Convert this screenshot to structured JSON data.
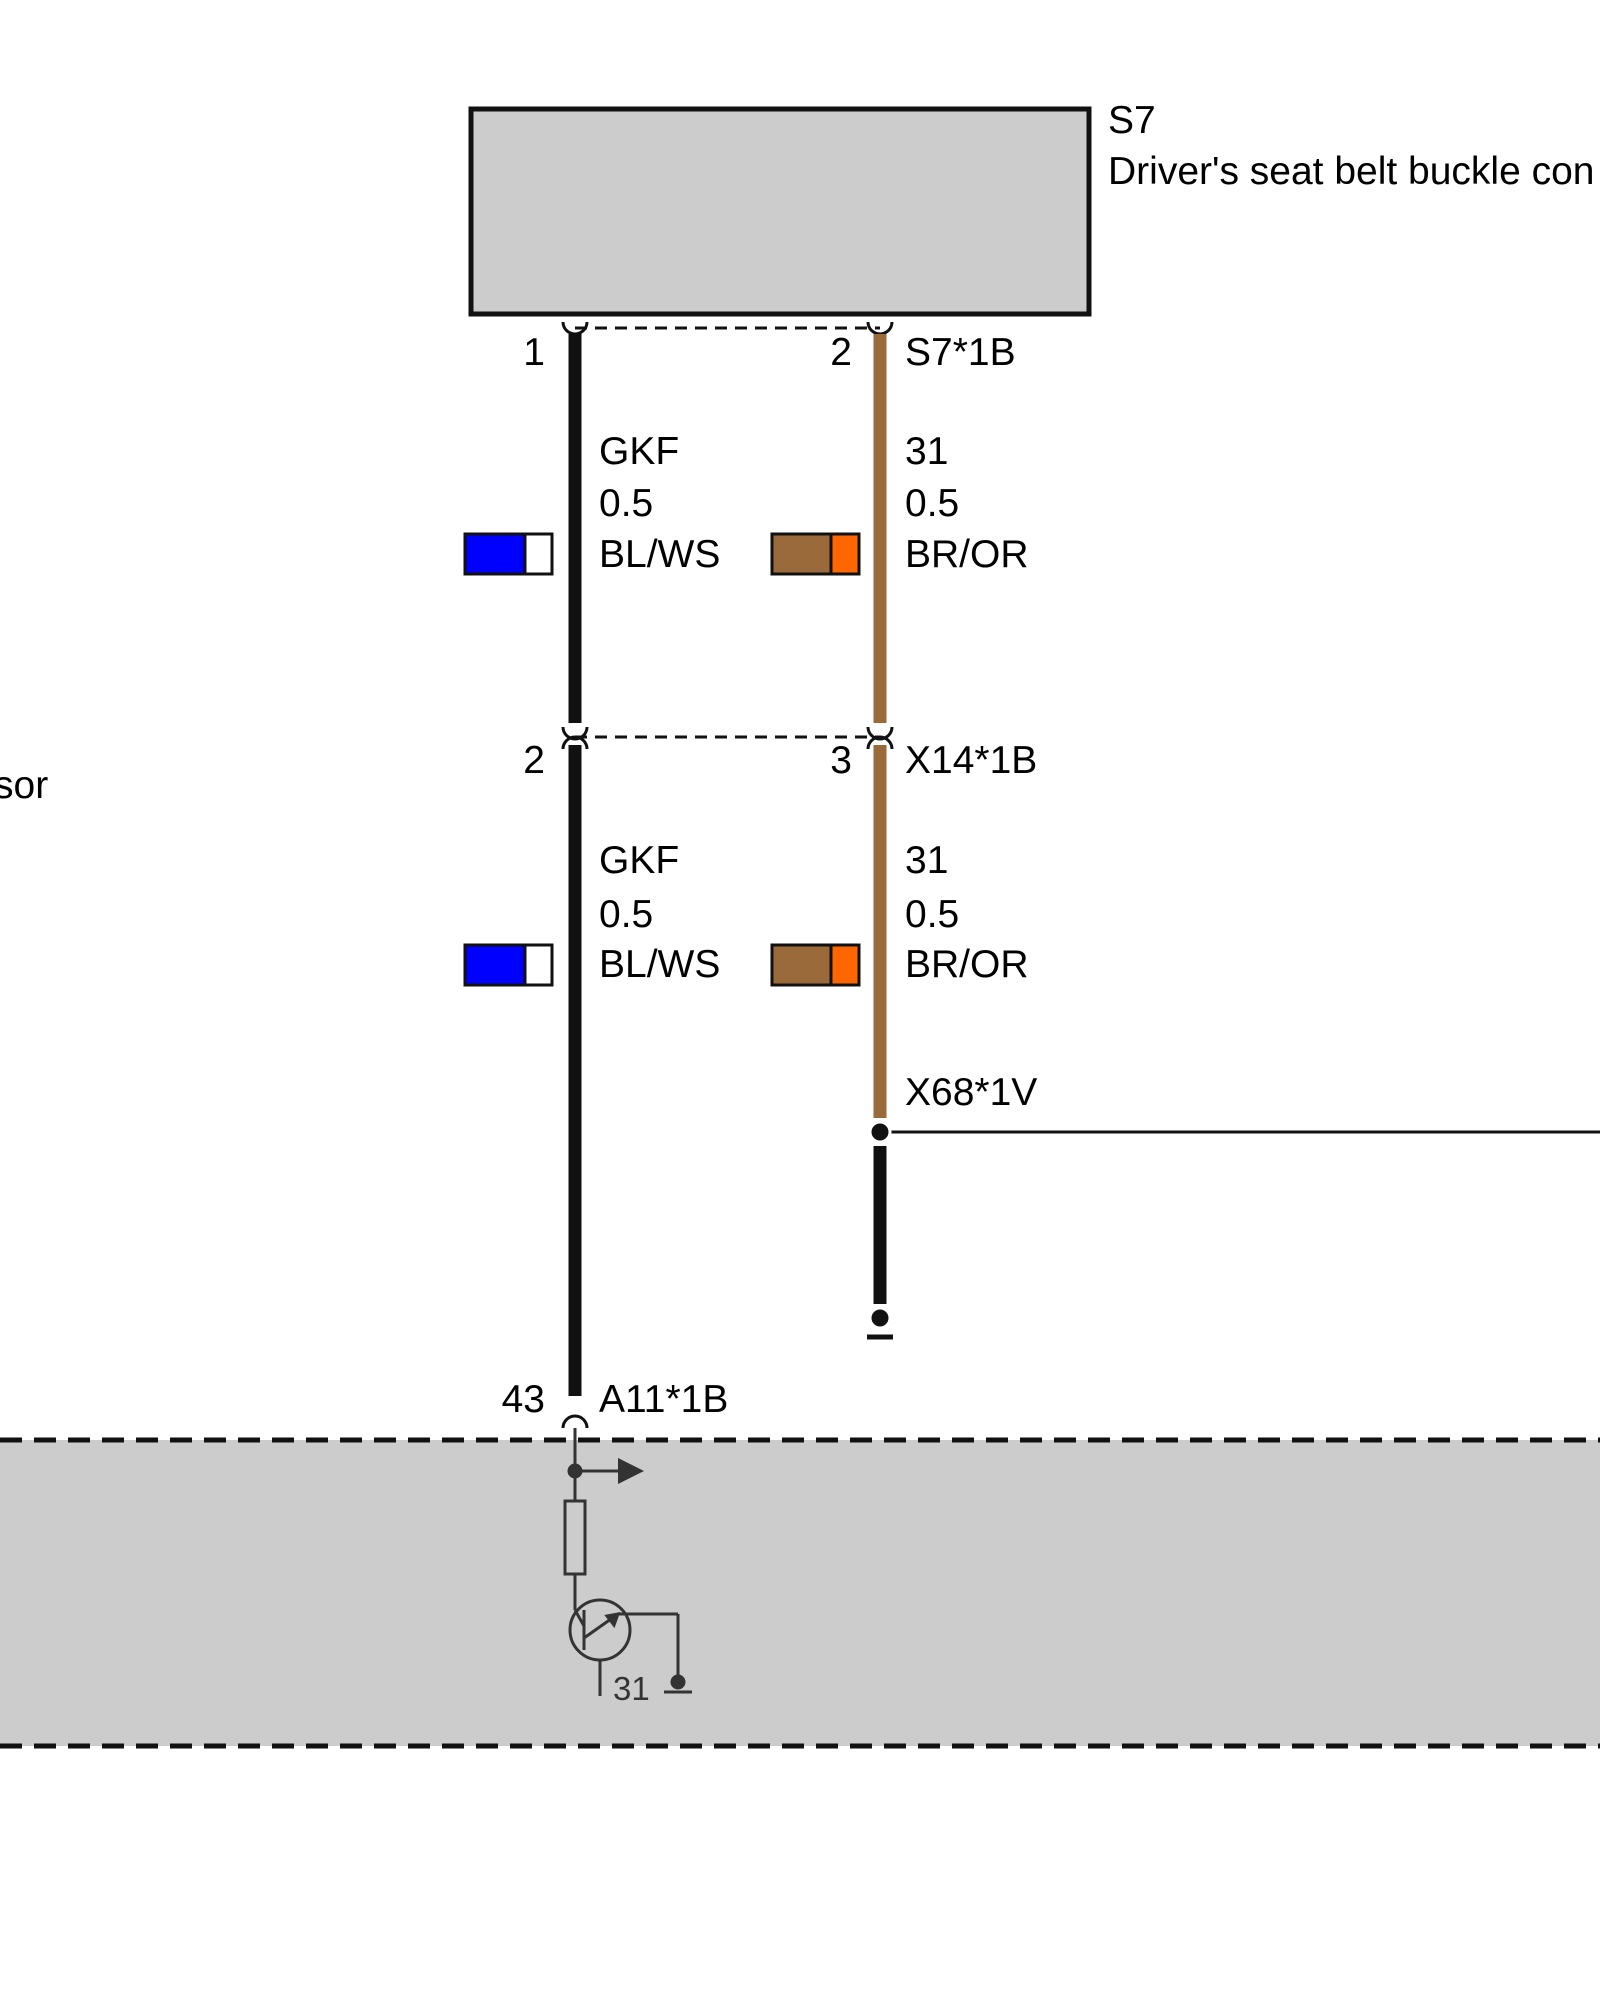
{
  "component_s7": {
    "id": "S7",
    "name": "Driver's seat belt buckle con"
  },
  "left_partial_label": "sor",
  "connectors": {
    "s7_1b": {
      "name": "S7*1B",
      "pin_left": "1",
      "pin_right": "2"
    },
    "x14_1b": {
      "name": "X14*1B",
      "pin_left": "2",
      "pin_right": "3"
    },
    "x68_1v": {
      "name": "X68*1V"
    },
    "a11_1b": {
      "name": "A11*1B",
      "pin": "43"
    }
  },
  "wires": {
    "left_upper": {
      "signal": "GKF",
      "size": "0.5",
      "color_code": "BL/WS",
      "colors": [
        "#0000ff",
        "#ffffff"
      ]
    },
    "right_upper": {
      "signal": "31",
      "size": "0.5",
      "color_code": "BR/OR",
      "colors": [
        "#9b6a3a",
        "#ff6600"
      ]
    },
    "left_lower": {
      "signal": "GKF",
      "size": "0.5",
      "color_code": "BL/WS",
      "colors": [
        "#0000ff",
        "#ffffff"
      ]
    },
    "right_lower": {
      "signal": "31",
      "size": "0.5",
      "color_code": "BR/OR",
      "colors": [
        "#9b6a3a",
        "#ff6600"
      ]
    }
  },
  "module_a11": {
    "ground_label": "31"
  },
  "colors": {
    "component_fill": "#cccccc",
    "wire_black": "#111111",
    "wire_brown": "#9b6a3a",
    "module_fill": "#cccccc"
  }
}
